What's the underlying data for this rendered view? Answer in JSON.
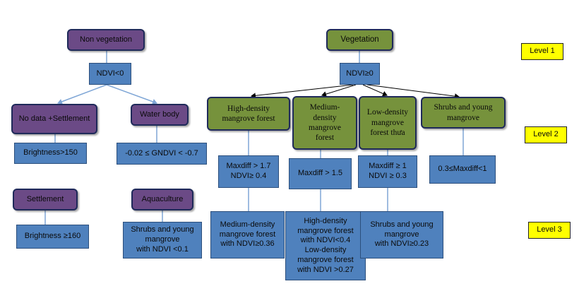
{
  "nodes": {
    "non_vegetation": "Non vegetation",
    "vegetation": "Vegetation",
    "ndvi_lt_0": "NDVI<0",
    "ndvi_ge_0": "NDVI≥0",
    "no_data_settlement": "No data +Settlement",
    "water_body": "Water body",
    "brightness_gt_150": "Brightness>150",
    "gndvi_range": "-0.02 ≤ GNDVI < -0.7",
    "settlement": "Settlement",
    "aquaculture": "Aquaculture",
    "brightness_ge_160": "Brightness ≥160",
    "shrubs_ndvi_lt_01": "Shrubs and young\nmangrove\nwith NDVI <0.1",
    "high_density": "High-density\nmangrove forest",
    "medium_density": "Medium-\ndensity\nmangrove\nforest",
    "low_density": "Low-density\nmangrove\nforest thưa",
    "shrubs_young": "Shrubs and young\nmangrove",
    "maxdiff_17": "Maxdiff > 1.7\nNDVI≥ 0.4",
    "maxdiff_15": "Maxdiff > 1.5",
    "maxdiff_1": "Maxdiff ≥ 1\nNDVI ≥ 0.3",
    "maxdiff_03": "0.3≤Maxdiff<1",
    "medium_result": "Medium-density\nmangrove forest\nwith NDVI≥0.36",
    "high_low_result": "High-density\nmangrove forest\nwith NDVI<0.4\nLow-density\nmangrove forest\nwith NDVI >0.27",
    "shrubs_result": "Shrubs and young\nmangrove\nwith NDVI≥0.23"
  },
  "levels": {
    "level1": "Level 1",
    "level2": "Level 2",
    "level3": "Level 3"
  },
  "colors": {
    "purple_node": "#6b4a86",
    "green_node": "#76923c",
    "blue_node": "#4f81bd",
    "level_label": "#ffff00",
    "connector_light": "#7fa6d6",
    "connector_dark": "#000000"
  }
}
